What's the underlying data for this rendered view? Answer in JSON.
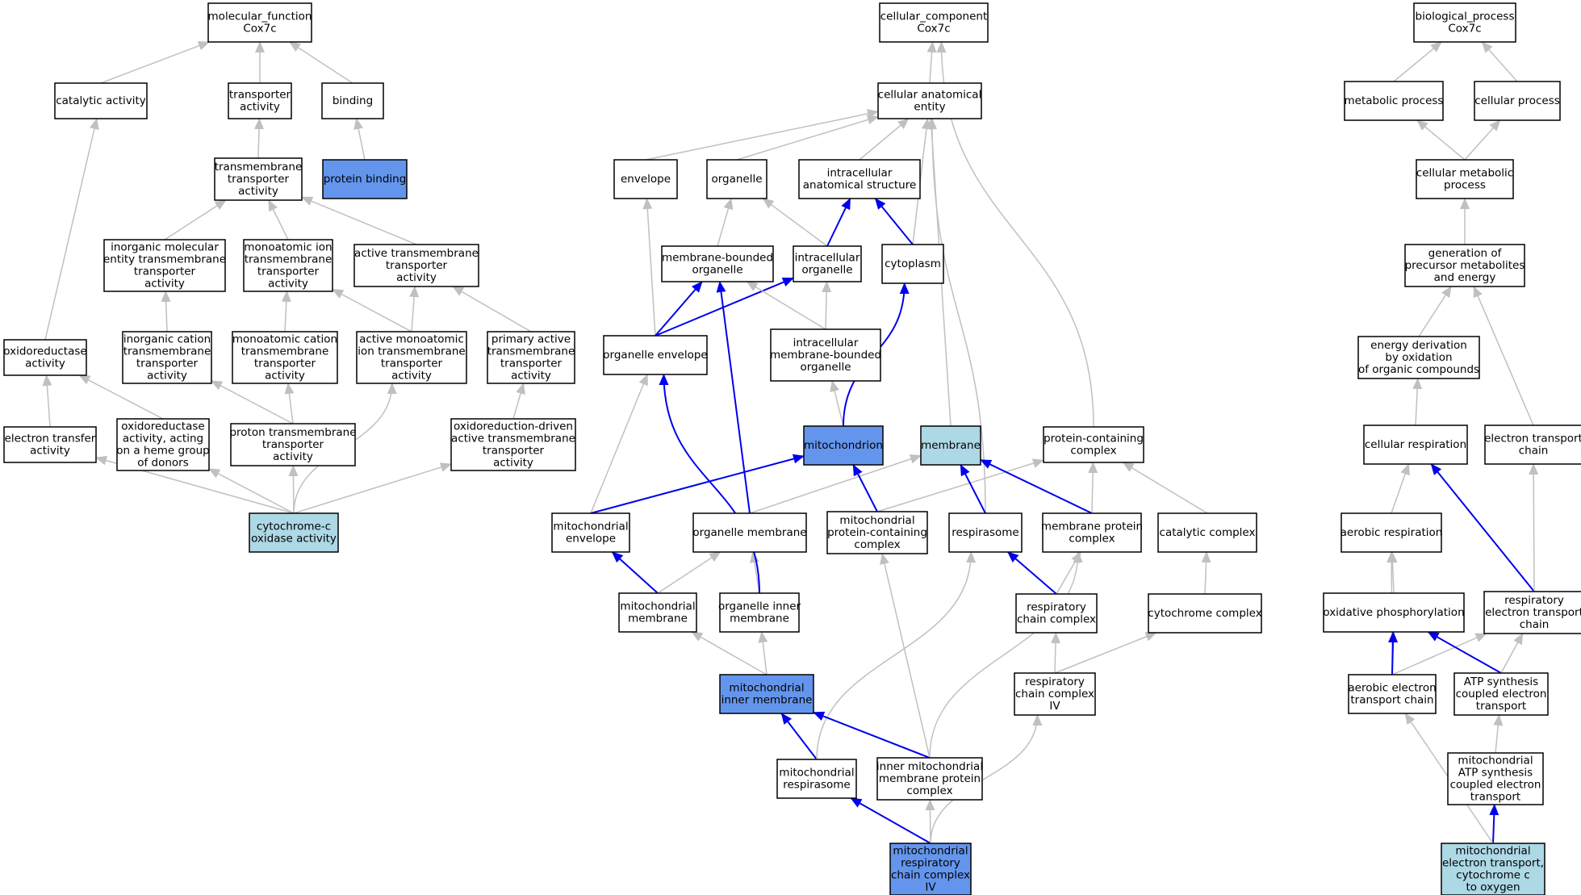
{
  "colors": {
    "plain_fill": "#ffffff",
    "highlight_fill": "#6495ed",
    "light_fill": "#add8e6",
    "gray_edge": "#c0c0c0",
    "blue_edge": "#0000ee",
    "node_border": "#000000"
  },
  "nodes": [
    {
      "id": "mf_root",
      "lines": [
        "molecular_function",
        "Cox7c"
      ],
      "style": "plain"
    },
    {
      "id": "catalytic",
      "lines": [
        "catalytic activity"
      ],
      "style": "plain"
    },
    {
      "id": "transporter",
      "lines": [
        "transporter",
        "activity"
      ],
      "style": "plain"
    },
    {
      "id": "binding",
      "lines": [
        "binding"
      ],
      "style": "plain"
    },
    {
      "id": "protein_binding",
      "lines": [
        "protein binding"
      ],
      "style": "highlight"
    },
    {
      "id": "tm_transporter",
      "lines": [
        "transmembrane",
        "transporter",
        "activity"
      ],
      "style": "plain"
    },
    {
      "id": "inorganic_mol",
      "lines": [
        "inorganic molecular",
        "entity transmembrane",
        "transporter",
        "activity"
      ],
      "style": "plain"
    },
    {
      "id": "monoatomic_ion",
      "lines": [
        "monoatomic ion",
        "transmembrane",
        "transporter",
        "activity"
      ],
      "style": "plain"
    },
    {
      "id": "active_tm",
      "lines": [
        "active transmembrane",
        "transporter",
        "activity"
      ],
      "style": "plain"
    },
    {
      "id": "oxidoreductase",
      "lines": [
        "oxidoreductase",
        "activity"
      ],
      "style": "plain"
    },
    {
      "id": "inorganic_cation",
      "lines": [
        "inorganic cation",
        "transmembrane",
        "transporter",
        "activity"
      ],
      "style": "plain"
    },
    {
      "id": "monoatomic_cation",
      "lines": [
        "monoatomic cation",
        "transmembrane",
        "transporter",
        "activity"
      ],
      "style": "plain"
    },
    {
      "id": "active_monoatomic",
      "lines": [
        "active monoatomic",
        "ion transmembrane",
        "transporter",
        "activity"
      ],
      "style": "plain"
    },
    {
      "id": "primary_active",
      "lines": [
        "primary active",
        "transmembrane",
        "transporter",
        "activity"
      ],
      "style": "plain"
    },
    {
      "id": "electron_transfer",
      "lines": [
        "electron transfer",
        "activity"
      ],
      "style": "plain"
    },
    {
      "id": "oxido_heme",
      "lines": [
        "oxidoreductase",
        "activity, acting",
        "on a heme group",
        "of donors"
      ],
      "style": "plain"
    },
    {
      "id": "proton_tm",
      "lines": [
        "proton transmembrane",
        "transporter",
        "activity"
      ],
      "style": "plain"
    },
    {
      "id": "oxido_driven",
      "lines": [
        "oxidoreduction-driven",
        "active transmembrane",
        "transporter",
        "activity"
      ],
      "style": "plain"
    },
    {
      "id": "cyt_c_oxidase",
      "lines": [
        "cytochrome-c",
        "oxidase activity"
      ],
      "style": "light"
    },
    {
      "id": "cc_root",
      "lines": [
        "cellular_component",
        "Cox7c"
      ],
      "style": "plain"
    },
    {
      "id": "cell_anat",
      "lines": [
        "cellular anatomical",
        "entity"
      ],
      "style": "plain"
    },
    {
      "id": "envelope",
      "lines": [
        "envelope"
      ],
      "style": "plain"
    },
    {
      "id": "organelle",
      "lines": [
        "organelle"
      ],
      "style": "plain"
    },
    {
      "id": "intracell_struct",
      "lines": [
        "intracellular",
        "anatomical structure"
      ],
      "style": "plain"
    },
    {
      "id": "mem_bounded",
      "lines": [
        "membrane-bounded",
        "organelle"
      ],
      "style": "plain"
    },
    {
      "id": "intracell_org",
      "lines": [
        "intracellular",
        "organelle"
      ],
      "style": "plain"
    },
    {
      "id": "cytoplasm",
      "lines": [
        "cytoplasm"
      ],
      "style": "plain"
    },
    {
      "id": "org_envelope",
      "lines": [
        "organelle envelope"
      ],
      "style": "plain"
    },
    {
      "id": "intracell_mem_bounded",
      "lines": [
        "intracellular",
        "membrane-bounded",
        "organelle"
      ],
      "style": "plain"
    },
    {
      "id": "mitochondrion",
      "lines": [
        "mitochondrion"
      ],
      "style": "highlight"
    },
    {
      "id": "membrane",
      "lines": [
        "membrane"
      ],
      "style": "light"
    },
    {
      "id": "protein_complex",
      "lines": [
        "protein-containing",
        "complex"
      ],
      "style": "plain"
    },
    {
      "id": "mito_envelope",
      "lines": [
        "mitochondrial",
        "envelope"
      ],
      "style": "plain"
    },
    {
      "id": "org_membrane",
      "lines": [
        "organelle membrane"
      ],
      "style": "plain"
    },
    {
      "id": "mito_protein_complex",
      "lines": [
        "mitochondrial",
        "protein-containing",
        "complex"
      ],
      "style": "plain"
    },
    {
      "id": "respirasome",
      "lines": [
        "respirasome"
      ],
      "style": "plain"
    },
    {
      "id": "mem_protein_complex",
      "lines": [
        "membrane protein",
        "complex"
      ],
      "style": "plain"
    },
    {
      "id": "catalytic_complex",
      "lines": [
        "catalytic complex"
      ],
      "style": "plain"
    },
    {
      "id": "mito_membrane",
      "lines": [
        "mitochondrial",
        "membrane"
      ],
      "style": "plain"
    },
    {
      "id": "org_inner_membrane",
      "lines": [
        "organelle inner",
        "membrane"
      ],
      "style": "plain"
    },
    {
      "id": "resp_chain_complex",
      "lines": [
        "respiratory",
        "chain complex"
      ],
      "style": "plain"
    },
    {
      "id": "cytochrome_complex",
      "lines": [
        "cytochrome complex"
      ],
      "style": "plain"
    },
    {
      "id": "mito_inner_membrane",
      "lines": [
        "mitochondrial",
        "inner membrane"
      ],
      "style": "highlight"
    },
    {
      "id": "resp_chain_iv",
      "lines": [
        "respiratory",
        "chain complex",
        "IV"
      ],
      "style": "plain"
    },
    {
      "id": "mito_respirasome",
      "lines": [
        "mitochondrial",
        "respirasome"
      ],
      "style": "plain"
    },
    {
      "id": "inner_mito_mem_protein",
      "lines": [
        "inner mitochondrial",
        "membrane protein",
        "complex"
      ],
      "style": "plain"
    },
    {
      "id": "mito_resp_chain_iv",
      "lines": [
        "mitochondrial",
        "respiratory",
        "chain complex",
        "IV"
      ],
      "style": "highlight"
    },
    {
      "id": "bp_root",
      "lines": [
        "biological_process",
        "Cox7c"
      ],
      "style": "plain"
    },
    {
      "id": "metabolic",
      "lines": [
        "metabolic process"
      ],
      "style": "plain"
    },
    {
      "id": "cellular_proc",
      "lines": [
        "cellular process"
      ],
      "style": "plain"
    },
    {
      "id": "cell_metabolic",
      "lines": [
        "cellular metabolic",
        "process"
      ],
      "style": "plain"
    },
    {
      "id": "gen_precursor",
      "lines": [
        "generation of",
        "precursor metabolites",
        "and energy"
      ],
      "style": "plain"
    },
    {
      "id": "energy_deriv",
      "lines": [
        "energy derivation",
        "by oxidation",
        "of organic compounds"
      ],
      "style": "plain"
    },
    {
      "id": "cell_resp",
      "lines": [
        "cellular respiration"
      ],
      "style": "plain"
    },
    {
      "id": "etc",
      "lines": [
        "electron transport",
        "chain"
      ],
      "style": "plain"
    },
    {
      "id": "aerobic_resp",
      "lines": [
        "aerobic respiration"
      ],
      "style": "plain"
    },
    {
      "id": "ox_phos",
      "lines": [
        "oxidative phosphorylation"
      ],
      "style": "plain"
    },
    {
      "id": "resp_etc",
      "lines": [
        "respiratory",
        "electron transport",
        "chain"
      ],
      "style": "plain"
    },
    {
      "id": "aerobic_etc",
      "lines": [
        "aerobic electron",
        "transport chain"
      ],
      "style": "plain"
    },
    {
      "id": "atp_synth",
      "lines": [
        "ATP synthesis",
        "coupled electron",
        "transport"
      ],
      "style": "plain"
    },
    {
      "id": "mito_atp",
      "lines": [
        "mitochondrial",
        "ATP synthesis",
        "coupled electron",
        "transport"
      ],
      "style": "plain"
    },
    {
      "id": "mito_et_cyt_c",
      "lines": [
        "mitochondrial",
        "electron transport,",
        "cytochrome c",
        "to oxygen"
      ],
      "style": "light"
    }
  ],
  "edges": [
    {
      "from": "catalytic",
      "to": "mf_root",
      "color": "gray"
    },
    {
      "from": "transporter",
      "to": "mf_root",
      "color": "gray"
    },
    {
      "from": "binding",
      "to": "mf_root",
      "color": "gray"
    },
    {
      "from": "protein_binding",
      "to": "binding",
      "color": "gray"
    },
    {
      "from": "tm_transporter",
      "to": "transporter",
      "color": "gray"
    },
    {
      "from": "inorganic_mol",
      "to": "tm_transporter",
      "color": "gray"
    },
    {
      "from": "monoatomic_ion",
      "to": "tm_transporter",
      "color": "gray"
    },
    {
      "from": "active_tm",
      "to": "tm_transporter",
      "color": "gray"
    },
    {
      "from": "oxidoreductase",
      "to": "catalytic",
      "color": "gray"
    },
    {
      "from": "inorganic_cation",
      "to": "inorganic_mol",
      "color": "gray"
    },
    {
      "from": "monoatomic_cation",
      "to": "monoatomic_ion",
      "color": "gray"
    },
    {
      "from": "active_monoatomic",
      "to": "monoatomic_ion",
      "color": "gray"
    },
    {
      "from": "active_monoatomic",
      "to": "active_tm",
      "color": "gray"
    },
    {
      "from": "primary_active",
      "to": "active_tm",
      "color": "gray"
    },
    {
      "from": "electron_transfer",
      "to": "oxidoreductase",
      "color": "gray"
    },
    {
      "from": "oxido_heme",
      "to": "oxidoreductase",
      "color": "gray"
    },
    {
      "from": "proton_tm",
      "to": "inorganic_cation",
      "color": "gray"
    },
    {
      "from": "proton_tm",
      "to": "monoatomic_cation",
      "color": "gray"
    },
    {
      "from": "oxido_driven",
      "to": "primary_active",
      "color": "gray"
    },
    {
      "from": "cyt_c_oxidase",
      "to": "electron_transfer",
      "color": "gray"
    },
    {
      "from": "cyt_c_oxidase",
      "to": "oxido_heme",
      "color": "gray"
    },
    {
      "from": "cyt_c_oxidase",
      "to": "proton_tm",
      "color": "gray"
    },
    {
      "from": "cyt_c_oxidase",
      "to": "active_monoatomic",
      "color": "gray",
      "curve": true
    },
    {
      "from": "cyt_c_oxidase",
      "to": "oxido_driven",
      "color": "gray"
    },
    {
      "from": "cell_anat",
      "to": "cc_root",
      "color": "gray"
    },
    {
      "from": "protein_complex",
      "to": "cc_root",
      "color": "gray",
      "curve": true
    },
    {
      "from": "envelope",
      "to": "cell_anat",
      "color": "gray"
    },
    {
      "from": "organelle",
      "to": "cell_anat",
      "color": "gray"
    },
    {
      "from": "intracell_struct",
      "to": "cell_anat",
      "color": "gray"
    },
    {
      "from": "cytoplasm",
      "to": "cell_anat",
      "color": "gray"
    },
    {
      "from": "membrane",
      "to": "cell_anat",
      "color": "gray"
    },
    {
      "from": "respirasome",
      "to": "cell_anat",
      "color": "gray",
      "curve": true
    },
    {
      "from": "mem_bounded",
      "to": "organelle",
      "color": "gray"
    },
    {
      "from": "intracell_org",
      "to": "organelle",
      "color": "gray"
    },
    {
      "from": "intracell_org",
      "to": "intracell_struct",
      "color": "blue"
    },
    {
      "from": "cytoplasm",
      "to": "intracell_struct",
      "color": "blue"
    },
    {
      "from": "org_envelope",
      "to": "envelope",
      "color": "gray"
    },
    {
      "from": "org_envelope",
      "to": "mem_bounded",
      "color": "blue"
    },
    {
      "from": "org_envelope",
      "to": "intracell_org",
      "color": "blue"
    },
    {
      "from": "intracell_mem_bounded",
      "to": "mem_bounded",
      "color": "gray"
    },
    {
      "from": "intracell_mem_bounded",
      "to": "intracell_org",
      "color": "gray"
    },
    {
      "from": "mitochondrion",
      "to": "intracell_mem_bounded",
      "color": "gray"
    },
    {
      "from": "mitochondrion",
      "to": "cytoplasm",
      "color": "blue",
      "curve": true
    },
    {
      "from": "mito_envelope",
      "to": "org_envelope",
      "color": "gray"
    },
    {
      "from": "mito_envelope",
      "to": "mitochondrion",
      "color": "blue"
    },
    {
      "from": "org_membrane",
      "to": "mem_bounded",
      "color": "blue"
    },
    {
      "from": "org_membrane",
      "to": "membrane",
      "color": "gray"
    },
    {
      "from": "mito_protein_complex",
      "to": "mitochondrion",
      "color": "blue"
    },
    {
      "from": "mito_protein_complex",
      "to": "protein_complex",
      "color": "gray"
    },
    {
      "from": "respirasome",
      "to": "membrane",
      "color": "blue"
    },
    {
      "from": "mem_protein_complex",
      "to": "membrane",
      "color": "blue"
    },
    {
      "from": "mem_protein_complex",
      "to": "protein_complex",
      "color": "gray"
    },
    {
      "from": "catalytic_complex",
      "to": "protein_complex",
      "color": "gray"
    },
    {
      "from": "mito_membrane",
      "to": "mito_envelope",
      "color": "blue"
    },
    {
      "from": "mito_membrane",
      "to": "org_membrane",
      "color": "gray"
    },
    {
      "from": "org_inner_membrane",
      "to": "org_membrane",
      "color": "gray"
    },
    {
      "from": "org_inner_membrane",
      "to": "org_envelope",
      "color": "blue",
      "curve": true
    },
    {
      "from": "resp_chain_complex",
      "to": "respirasome",
      "color": "blue"
    },
    {
      "from": "resp_chain_complex",
      "to": "mem_protein_complex",
      "color": "gray"
    },
    {
      "from": "cytochrome_complex",
      "to": "catalytic_complex",
      "color": "gray"
    },
    {
      "from": "mito_inner_membrane",
      "to": "mito_membrane",
      "color": "gray"
    },
    {
      "from": "mito_inner_membrane",
      "to": "org_inner_membrane",
      "color": "gray"
    },
    {
      "from": "resp_chain_iv",
      "to": "resp_chain_complex",
      "color": "gray"
    },
    {
      "from": "resp_chain_iv",
      "to": "cytochrome_complex",
      "color": "gray"
    },
    {
      "from": "mito_respirasome",
      "to": "mito_inner_membrane",
      "color": "blue"
    },
    {
      "from": "mito_respirasome",
      "to": "respirasome",
      "color": "gray",
      "curve": true
    },
    {
      "from": "inner_mito_mem_protein",
      "to": "mito_inner_membrane",
      "color": "blue"
    },
    {
      "from": "inner_mito_mem_protein",
      "to": "mito_protein_complex",
      "color": "gray"
    },
    {
      "from": "inner_mito_mem_protein",
      "to": "mem_protein_complex",
      "color": "gray",
      "curve": true
    },
    {
      "from": "mito_resp_chain_iv",
      "to": "mito_respirasome",
      "color": "blue"
    },
    {
      "from": "mito_resp_chain_iv",
      "to": "inner_mito_mem_protein",
      "color": "gray"
    },
    {
      "from": "mito_resp_chain_iv",
      "to": "resp_chain_iv",
      "color": "gray",
      "curve": true
    },
    {
      "from": "metabolic",
      "to": "bp_root",
      "color": "gray"
    },
    {
      "from": "cellular_proc",
      "to": "bp_root",
      "color": "gray"
    },
    {
      "from": "cell_metabolic",
      "to": "metabolic",
      "color": "gray"
    },
    {
      "from": "cell_metabolic",
      "to": "cellular_proc",
      "color": "gray"
    },
    {
      "from": "gen_precursor",
      "to": "cell_metabolic",
      "color": "gray"
    },
    {
      "from": "energy_deriv",
      "to": "gen_precursor",
      "color": "gray"
    },
    {
      "from": "etc",
      "to": "gen_precursor",
      "color": "gray"
    },
    {
      "from": "cell_resp",
      "to": "energy_deriv",
      "color": "gray"
    },
    {
      "from": "aerobic_resp",
      "to": "cell_resp",
      "color": "gray"
    },
    {
      "from": "ox_phos",
      "to": "aerobic_resp",
      "color": "gray"
    },
    {
      "from": "resp_etc",
      "to": "cell_resp",
      "color": "blue"
    },
    {
      "from": "resp_etc",
      "to": "etc",
      "color": "gray"
    },
    {
      "from": "aerobic_etc",
      "to": "aerobic_resp",
      "color": "gray",
      "curve": true
    },
    {
      "from": "aerobic_etc",
      "to": "ox_phos",
      "color": "blue"
    },
    {
      "from": "aerobic_etc",
      "to": "resp_etc",
      "color": "gray"
    },
    {
      "from": "atp_synth",
      "to": "ox_phos",
      "color": "blue"
    },
    {
      "from": "atp_synth",
      "to": "resp_etc",
      "color": "gray"
    },
    {
      "from": "mito_atp",
      "to": "atp_synth",
      "color": "gray"
    },
    {
      "from": "mito_et_cyt_c",
      "to": "mito_atp",
      "color": "blue"
    },
    {
      "from": "mito_et_cyt_c",
      "to": "aerobic_etc",
      "color": "gray"
    }
  ]
}
